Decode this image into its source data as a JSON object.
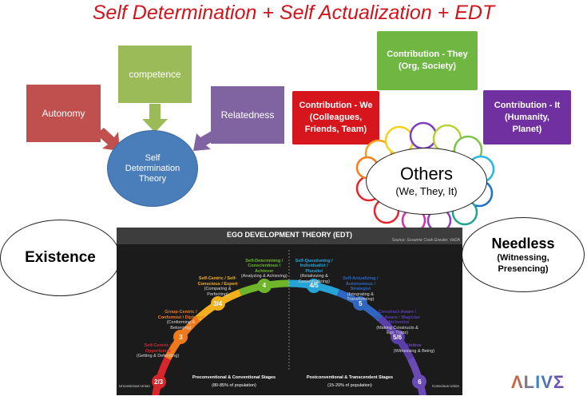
{
  "title": "Self Determination + Self Actualization + EDT",
  "sdt": {
    "autonomy": "Autonomy",
    "competence": "competence",
    "relatedness": "Relatedness",
    "theory_line1": "Self",
    "theory_line2": "Determination",
    "theory_line3": "Theory"
  },
  "contribution": {
    "they_line1": "Contribution - They",
    "they_line2": "(Org, Society)",
    "we_line1": "Contribution - We",
    "we_line2": "(Colleagues,",
    "we_line3": "Friends, Team)",
    "it_line1": "Contribution - It",
    "it_line2": "(Humanity,",
    "it_line3": "Planet)"
  },
  "others": {
    "title": "Others",
    "subtitle": "(We, They, It)"
  },
  "existence": "Existence",
  "needless": {
    "title": "Needless",
    "line1": "(Witnessing,",
    "line2": "Presencing)"
  },
  "edt": {
    "title": "EGO DEVELOPMENT THEORY (EDT)",
    "source": "Source: Susanne Cook-Greuter, VeDA",
    "stages": [
      {
        "num": "2/3",
        "label": "Self-Centric / Opportunist",
        "sub": "(Getting & Defending)",
        "color": "#d7262b"
      },
      {
        "num": "3",
        "label": "Group-Centric / Conformist / Diplomat",
        "sub": "(Conforming & Belonging)",
        "color": "#ee7a1b"
      },
      {
        "num": "3/4",
        "label": "Self-Centric / Self-Conscious / Expert",
        "sub": "(Comparing & Perfecting)",
        "color": "#f3b01d"
      },
      {
        "num": "4",
        "label": "Self-Determining / Conscientious / Achiever",
        "sub": "(Analyzing & Achieving)",
        "color": "#6fb52c"
      },
      {
        "num": "4/5",
        "label": "Self-Questioning / Individualist / Pluralist",
        "sub": "(Relativizing & Contextualizing)",
        "color": "#27a4d6"
      },
      {
        "num": "5",
        "label": "Self-Actualizing / Autonomous / Strategist",
        "sub": "(Integrating & Transforming)",
        "color": "#2f67c0"
      },
      {
        "num": "5/6",
        "label": "Construct-Aware / Ego-Aware / Magician / Alchemist",
        "sub": "(Making Constructs & Ego Traps)",
        "color": "#5a3fa9"
      },
      {
        "num": "6",
        "label": "Unitive",
        "sub": "(Witnessing & Being)",
        "color": "#6a4bb6"
      }
    ],
    "footer_left_title": "Preconventional & Conventional Stages",
    "footer_left_sub": "(80-85% of population)",
    "footer_right_title": "Postconventional & Transcendent Stages",
    "footer_right_sub": "(15-20% of population)",
    "unconscious": "Unconscious Union",
    "conscious": "Conscious Union"
  },
  "logo": "ΛLIVΣ",
  "colors": {
    "title_red": "#d0141c",
    "box_red": "#c0504d",
    "box_green": "#9bbb59",
    "box_purple": "#8064a2",
    "ellipse_blue": "#4a7ebb"
  }
}
